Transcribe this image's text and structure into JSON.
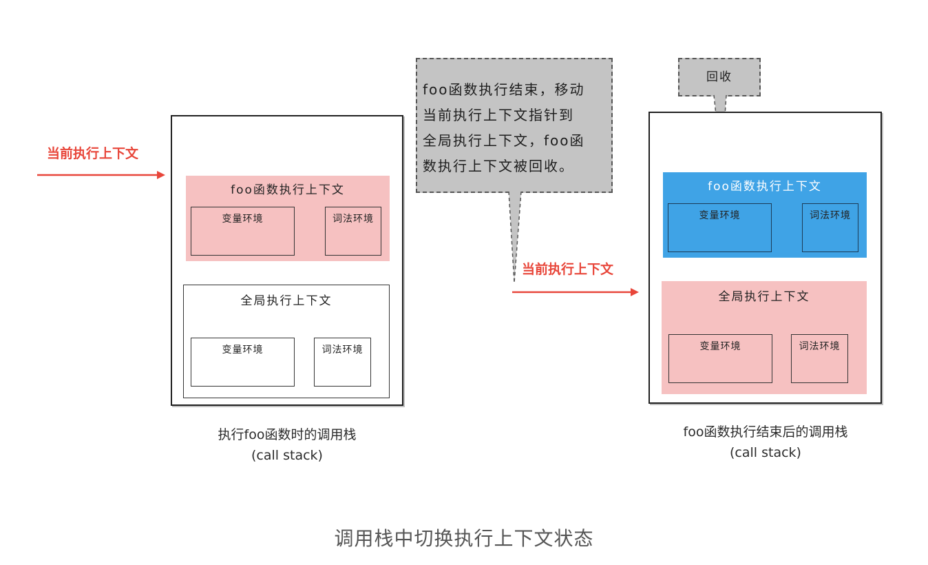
{
  "pointer_label": "当前执行上下文",
  "left_stack": {
    "foo_context_title": "foo函数执行上下文",
    "foo_variable_env": "变量环境",
    "foo_lexical_env": "词法环境",
    "global_context_title": "全局执行上下文",
    "global_variable_env": "变量环境",
    "global_lexical_env": "词法环境",
    "caption_line1": "执行foo函数时的调用栈",
    "caption_line2": "(call stack)"
  },
  "callout": {
    "lines": [
      "foo函数执行结束，移动",
      "当前执行上下文指针到",
      "全局执行上下文，foo函",
      "数执行上下文被回收。"
    ]
  },
  "recycle_callout": "回收",
  "right_stack": {
    "foo_context_title": "foo函数执行上下文",
    "foo_variable_env": "变量环境",
    "foo_lexical_env": "词法环境",
    "global_context_title": "全局执行上下文",
    "global_variable_env": "变量环境",
    "global_lexical_env": "词法环境",
    "caption_line1": "foo函数执行结束后的调用栈",
    "caption_line2": "(call stack)"
  },
  "figure_caption": "调用栈中切换执行上下文状态",
  "colors": {
    "pointer": "#e8463a",
    "foo_context_left": "#f6c1c1",
    "global_context_left": "#ffffff",
    "foo_context_right": "#3fa3e6",
    "global_context_right": "#f6c1c1",
    "callout_fill": "#c4c4c4"
  }
}
